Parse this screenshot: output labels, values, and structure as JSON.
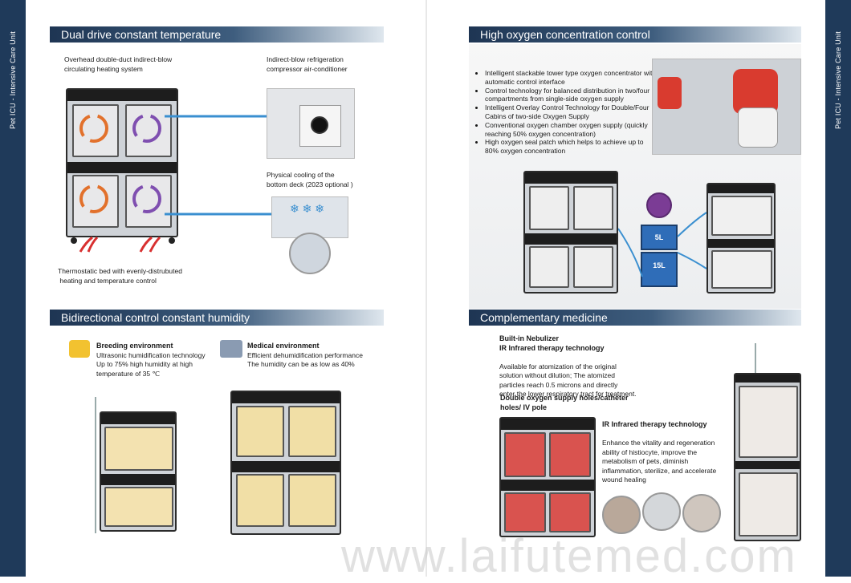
{
  "side_left": "Pet ICU - Intensive Care Unit",
  "side_right": "Pet ICU - Intensive Care Unit",
  "sec1": {
    "title": "Dual drive constant temperature",
    "label_overhead_1": "Overhead double-duct indirect-blow",
    "label_overhead_2": "circulating heating system",
    "label_compressor_1": "Indirect-blow refrigeration",
    "label_compressor_2": "compressor air-conditioner",
    "label_cooling_1": "Physical cooling of the",
    "label_cooling_2": "bottom deck (2023 optional )",
    "label_bed_1": "Thermostatic bed with evenly-distrubuted",
    "label_bed_2": "heating and temperature control"
  },
  "sec2": {
    "title": "High oxygen concentration control",
    "bullets": [
      "Intelligent stackable tower type oxygen concentrator with automatic control interface",
      "Control technology for balanced distribution in two/four compartments from single-side oxygen supply",
      "Intelligent Overlay Control Technology for Double/Four Cabins of two-side Oxygen Supply",
      "Conventional oxygen chamber oxygen supply (quickly reaching 50% oxygen concentration)",
      "High oxygen seal patch which helps to achieve up to 80% oxygen concentration"
    ],
    "tank_top": "5L",
    "tank_bottom": "15L"
  },
  "sec3": {
    "title": "Bidirectional control constant humidity",
    "breeding_title": "Breeding environment",
    "breeding_1": "Ultrasonic humidification technology",
    "breeding_2": "Up to 75% high humidity at high",
    "breeding_3": "temperature of 35 ℃",
    "medical_title": "Medical environment",
    "medical_1": "Efficient dehumidification performance",
    "medical_2": "The humidity can be as low as 40%"
  },
  "sec4": {
    "title": "Complementary medicine",
    "neb_title": "Built-in Nebulizer",
    "ir_title": "IR  Infrared therapy technology",
    "neb_1": "Available for atomization of the original",
    "neb_2": "solution without dilution; The atomized",
    "neb_3": "particles reach 0.5 microns and directly",
    "neb_4": "enter the lower respiratory tract for treatment.",
    "holes_1": "Double oxygen supply holes/catheter",
    "holes_2": "holes/ IV pole",
    "ir2_title": "IR  Infrared therapy technology",
    "ir_1": "Enhance the vitality and regeneration",
    "ir_2": "ability of histiocyte, improve the",
    "ir_3": "metabolism of pets, diminish",
    "ir_4": "inflammation, sterilize, and accelerate",
    "ir_5": "wound healing"
  },
  "watermark": "www.laifutemed.com",
  "colors": {
    "accent": "#1f3a5a",
    "arrow": "#3a8fd0",
    "red_cabinet": "#d9534f"
  }
}
